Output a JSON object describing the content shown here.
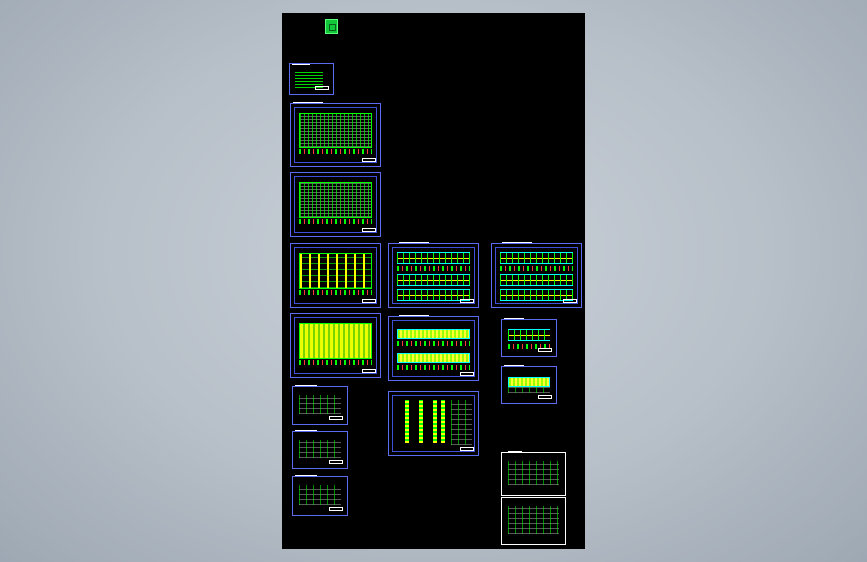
{
  "colors": {
    "background": "#b7bfc8",
    "model_space": "#000000",
    "sheet_border": "#5b6cf0",
    "line_green": "#00ff00",
    "line_yellow": "#ffff00",
    "line_cyan": "#00ffff",
    "line_red": "#ff3b3b",
    "logo": "#11c83b"
  },
  "icons": {
    "logo": "cad-logo-icon"
  },
  "sheets": [
    {
      "id": "cover"
    },
    {
      "id": "plan-1"
    },
    {
      "id": "plan-2"
    },
    {
      "id": "plan-3"
    },
    {
      "id": "plan-4"
    },
    {
      "id": "elevation-1"
    },
    {
      "id": "elevation-2"
    },
    {
      "id": "section-1"
    },
    {
      "id": "section-2"
    },
    {
      "id": "section-3"
    },
    {
      "id": "detail-1"
    },
    {
      "id": "detail-2"
    },
    {
      "id": "detail-3"
    },
    {
      "id": "detail-4"
    },
    {
      "id": "detail-5"
    },
    {
      "id": "detail-6"
    }
  ]
}
